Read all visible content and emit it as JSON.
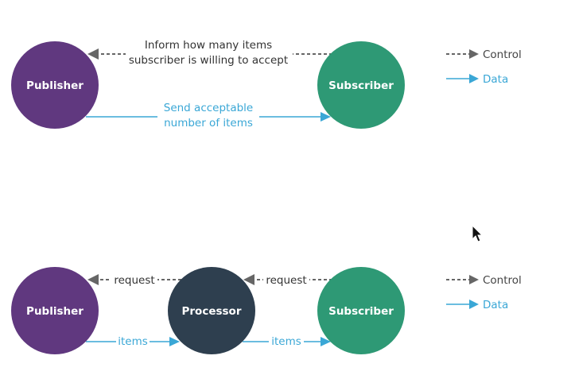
{
  "colors": {
    "publisher": "#60387f",
    "subscriber": "#2e9975",
    "processor": "#2e3f4f",
    "control": "#666666",
    "data": "#3aa7d6"
  },
  "top": {
    "publisher_label": "Publisher",
    "subscriber_label": "Subscriber",
    "control_text_line1": "Inform how many items",
    "control_text_line2": "subscriber is willing to accept",
    "data_text_line1": "Send acceptable",
    "data_text_line2": "number of items"
  },
  "bottom": {
    "publisher_label": "Publisher",
    "processor_label": "Processor",
    "subscriber_label": "Subscriber",
    "request_left": "request",
    "request_right": "request",
    "items_left": "items",
    "items_right": "items"
  },
  "legend_top": {
    "control_label": "Control",
    "data_label": "Data"
  },
  "legend_bottom": {
    "control_label": "Control",
    "data_label": "Data"
  },
  "cursor_icon": "mouse-pointer-icon"
}
